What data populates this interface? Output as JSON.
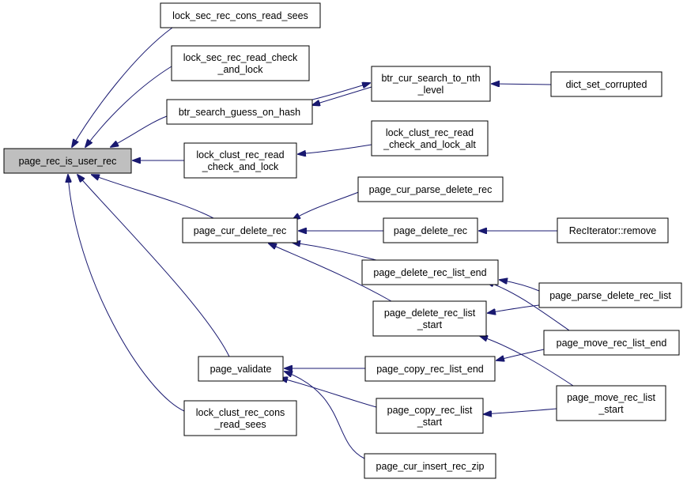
{
  "colors": {
    "edge": "#191970",
    "root_fill": "#bfbfbf",
    "node_fill": "#ffffff",
    "node_border": "#000000"
  },
  "nodes": {
    "root": [
      "page_rec_is_user_rec"
    ],
    "lock_sec_cons": [
      "lock_sec_rec_cons_read_sees"
    ],
    "lock_sec_read": [
      "lock_sec_rec_read_check",
      "_and_lock"
    ],
    "btr_guess": [
      "btr_search_guess_on_hash"
    ],
    "btr_nth": [
      "btr_cur_search_to_nth",
      "_level"
    ],
    "dict_corrupt": [
      "dict_set_corrupted"
    ],
    "lock_clust_read": [
      "lock_clust_rec_read",
      "_check_and_lock"
    ],
    "lock_clust_alt": [
      "lock_clust_rec_read",
      "_check_and_lock_alt"
    ],
    "cur_delete": [
      "page_cur_delete_rec"
    ],
    "cur_parse_delete": [
      "page_cur_parse_delete_rec"
    ],
    "delete_rec": [
      "page_delete_rec"
    ],
    "rec_iter_remove": [
      "RecIterator::remove"
    ],
    "del_list_end": [
      "page_delete_rec_list_end"
    ],
    "parse_del_list": [
      "page_parse_delete_rec_list"
    ],
    "del_list_start": [
      "page_delete_rec_list",
      "_start"
    ],
    "move_list_end": [
      "page_move_rec_list_end"
    ],
    "validate": [
      "page_validate"
    ],
    "copy_list_end": [
      "page_copy_rec_list_end"
    ],
    "move_list_start": [
      "page_move_rec_list",
      "_start"
    ],
    "lock_clust_cons": [
      "lock_clust_rec_cons",
      "_read_sees"
    ],
    "copy_list_start": [
      "page_copy_rec_list",
      "_start"
    ],
    "cur_insert_zip": [
      "page_cur_insert_rec_zip"
    ]
  },
  "edges": [
    {
      "from": "lock_sec_cons",
      "to": "root"
    },
    {
      "from": "lock_sec_read",
      "to": "root"
    },
    {
      "from": "btr_guess",
      "to": "root"
    },
    {
      "from": "lock_clust_read",
      "to": "root"
    },
    {
      "from": "cur_delete",
      "to": "root"
    },
    {
      "from": "validate",
      "to": "root"
    },
    {
      "from": "lock_clust_cons",
      "to": "root"
    },
    {
      "from": "btr_nth",
      "to": "btr_guess"
    },
    {
      "from": "btr_guess",
      "to": "btr_nth"
    },
    {
      "from": "dict_corrupt",
      "to": "btr_nth"
    },
    {
      "from": "lock_clust_alt",
      "to": "lock_clust_read"
    },
    {
      "from": "cur_parse_delete",
      "to": "cur_delete"
    },
    {
      "from": "delete_rec",
      "to": "cur_delete"
    },
    {
      "from": "del_list_end",
      "to": "cur_delete"
    },
    {
      "from": "del_list_start",
      "to": "cur_delete"
    },
    {
      "from": "rec_iter_remove",
      "to": "delete_rec"
    },
    {
      "from": "parse_del_list",
      "to": "del_list_end"
    },
    {
      "from": "move_list_end",
      "to": "del_list_end"
    },
    {
      "from": "parse_del_list",
      "to": "del_list_start"
    },
    {
      "from": "move_list_start",
      "to": "del_list_start"
    },
    {
      "from": "copy_list_end",
      "to": "validate"
    },
    {
      "from": "copy_list_start",
      "to": "validate"
    },
    {
      "from": "cur_insert_zip",
      "to": "validate"
    },
    {
      "from": "move_list_end",
      "to": "copy_list_end"
    },
    {
      "from": "move_list_start",
      "to": "copy_list_start"
    }
  ]
}
